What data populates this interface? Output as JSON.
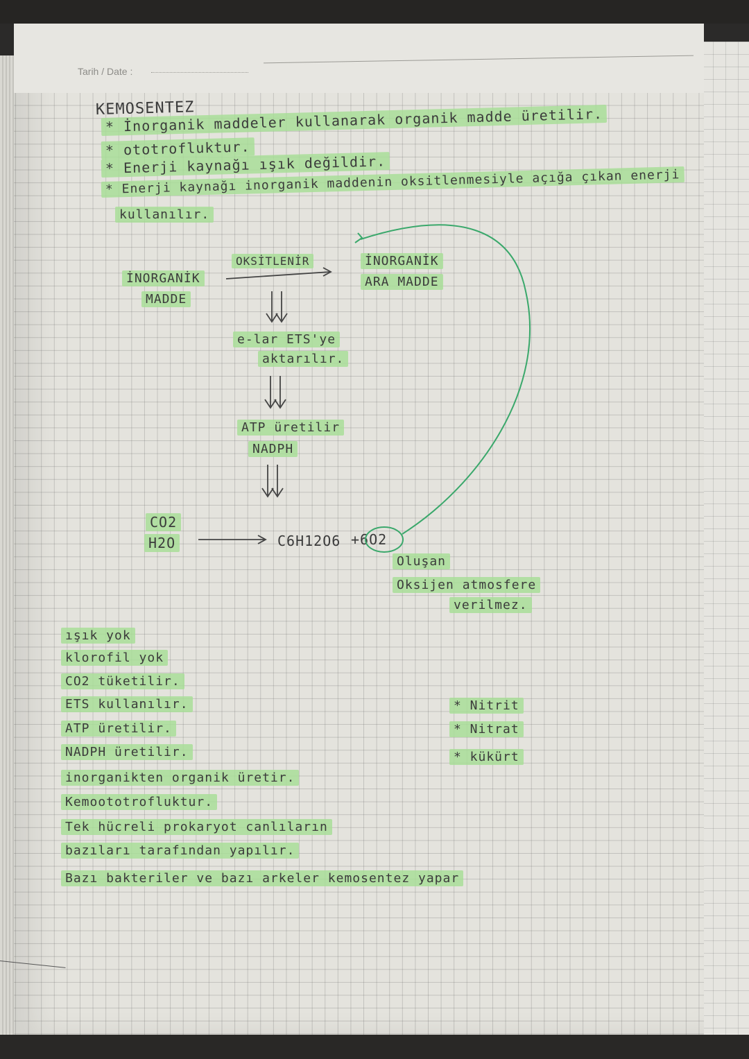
{
  "header": {
    "date_label": "Tarih / Date :"
  },
  "title": "KEMOSENTEZ",
  "bullets": [
    "* İnorganik maddeler kullanarak organik madde üretilir.",
    "* ototrofluktur.",
    "* Enerji kaynağı ışık değildir.",
    "* Enerji kaynağı inorganik maddenin oksitlenmesiyle açığa çıkan enerji",
    "kullanılır."
  ],
  "diagram": {
    "inorganic_substance": [
      "İNORGANİK",
      "MADDE"
    ],
    "oxidation_label": "OKSİTLENİR",
    "intermediate_substance": [
      "İNORGANİK",
      "ARA MADDE"
    ],
    "electron_step": [
      "e-lar ETS'ye",
      "aktarılır."
    ],
    "atp_step": [
      "ATP üretilir",
      "NADPH"
    ],
    "reactants": [
      "CO2",
      "H2O"
    ],
    "product": "C6H12O6",
    "oxygen_term": "+6O2",
    "oxygen_note": [
      "Oluşan",
      "Oksijen atmosfere",
      "verilmez."
    ]
  },
  "summary": [
    "ışık yok",
    "klorofil yok",
    "CO2 tüketilir.",
    "ETS kullanılır.",
    "ATP üretilir.",
    "NADPH üretilir.",
    "inorganikten organik üretir.",
    "Kemoototrofluktur.",
    "Tek hücreli prokaryot canlıların",
    "bazıları tarafından yapılır.",
    "Bazı bakteriler ve bazı arkeler kemosentez yapar"
  ],
  "examples": [
    "* Nitrit",
    "* Nitrat",
    "* kükürt"
  ],
  "colors": {
    "highlight": "#a7de96",
    "loop_line": "#3aa86b",
    "ink": "#3b3b3b"
  }
}
